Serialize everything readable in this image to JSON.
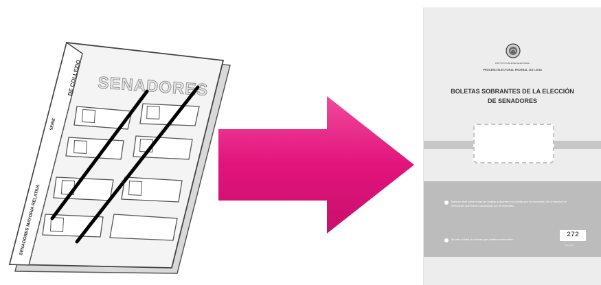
{
  "ballot": {
    "heading": "SENADORES",
    "side_label_top": "DE COLLEZIO",
    "side_label_mid": "SERIE",
    "side_label_bottom": "SENADORES MAYORIA RELATIVA"
  },
  "envelope": {
    "institution": "INSTITUTO NACIONAL ELECTORAL",
    "process": "PROCESO ELECTORAL FEDERAL 2017-2018",
    "title_line1": "BOLETAS SOBRANTES DE LA ELECCIÓN",
    "title_line2": "DE SENADORES",
    "instruction_1": "Meta en este sobre todas las boletas sobrantes (no usadas por los electores) de la elección de Senadores que fueron canceladas por el Secretario.",
    "instruction_2": "Escriba el total de boletas que contiene este sobre:",
    "ballot_count": "272",
    "count_caption": "(Número)"
  },
  "colors": {
    "arrow": "#e2147c",
    "background": "#ffffff",
    "envelope": "#ededed",
    "envelope_panel": "#bcbcbc",
    "strike_lines": "#000000"
  },
  "icons": {
    "seal": "coat-of-arms-icon",
    "arrow": "arrow-right-icon"
  }
}
